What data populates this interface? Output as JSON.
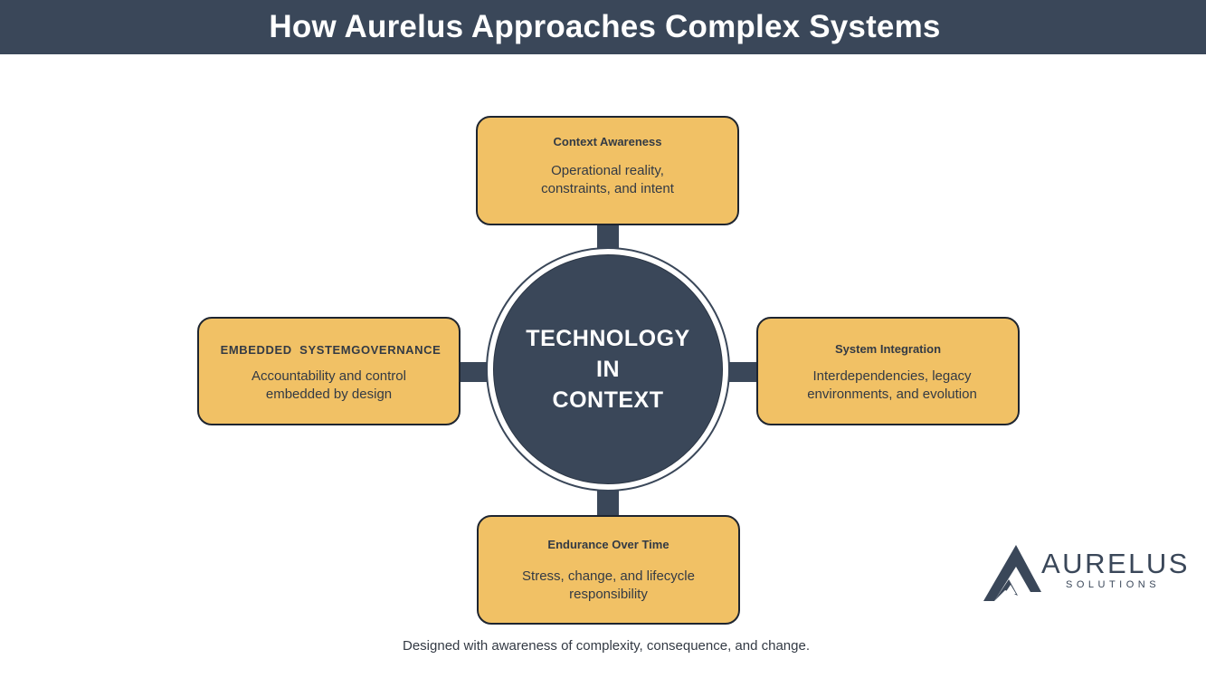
{
  "header": {
    "title": "How Aurelus Approaches Complex Systems"
  },
  "hub": {
    "lines": [
      "TECHNOLOGY",
      "IN",
      "CONTEXT"
    ]
  },
  "boxes": {
    "top": {
      "title": "Context Awareness",
      "desc": [
        "Operational reality,",
        "constraints, and intent"
      ]
    },
    "right": {
      "title": "System Integration",
      "desc": [
        "Interdependencies, legacy",
        "environments, and evolution"
      ]
    },
    "bottom": {
      "title": "Endurance Over Time",
      "desc": [
        "Stress, change, and lifecycle",
        "responsibility"
      ]
    },
    "left": {
      "title": "EMBEDDED  SYSTEMGOVERNANCE",
      "desc": [
        "Accountability and control",
        "embedded by design"
      ]
    }
  },
  "caption": "Designed with awareness of complexity, consequence, and change.",
  "logo": {
    "name": "AURELUS",
    "sub": "SOLUTIONS",
    "icon": "mountain-a-icon"
  },
  "colors": {
    "navy": "#3a4759",
    "gold": "#f1c165",
    "border": "#1e2530",
    "white": "#ffffff"
  }
}
